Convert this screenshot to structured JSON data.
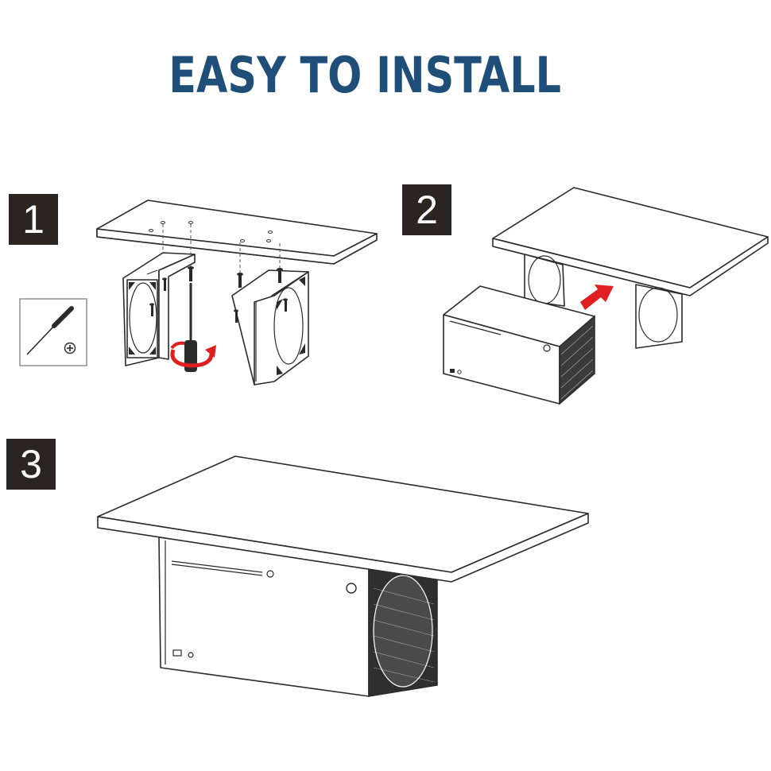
{
  "title": "EASY TO INSTALL",
  "steps": [
    {
      "label": "1"
    },
    {
      "label": "2"
    },
    {
      "label": "3"
    }
  ],
  "colors": {
    "title": "#1f4e79",
    "badge": "#2b2522",
    "arrow": "#e02020"
  },
  "icons": [
    "screwdriver-icon",
    "phillips-head-icon",
    "rotate-arrow-icon",
    "insert-arrow-icon"
  ]
}
